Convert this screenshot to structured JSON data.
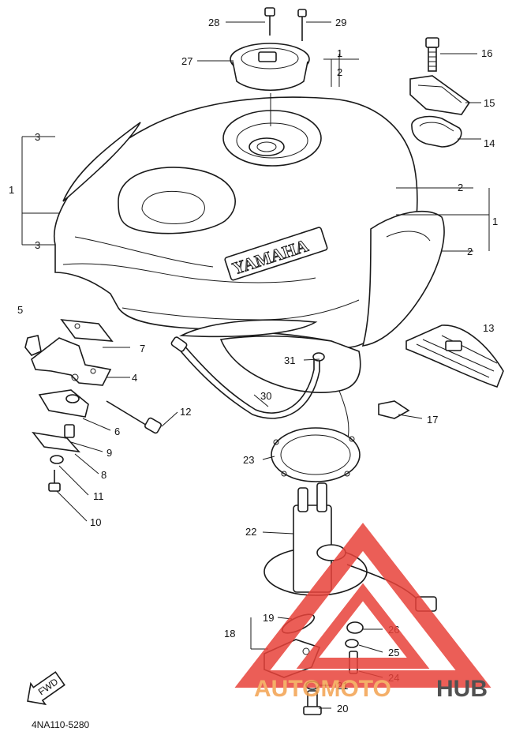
{
  "diagram": {
    "code": "4NA110-5280",
    "fwd_label": "FWD",
    "tank_brand": "YAMAHA",
    "callouts": [
      "1",
      "2",
      "3",
      "4",
      "5",
      "6",
      "7",
      "8",
      "9",
      "10",
      "11",
      "12",
      "13",
      "14",
      "15",
      "16",
      "17",
      "18",
      "19",
      "20",
      "21",
      "22",
      "23",
      "24",
      "25",
      "26",
      "27",
      "28",
      "29",
      "30",
      "31"
    ]
  },
  "watermark": {
    "text_left": "AUTOMOTO",
    "text_right": "HUB",
    "accent_color": "#e8423a",
    "secondary_color": "#f3a24f",
    "dark_color": "#333333"
  }
}
